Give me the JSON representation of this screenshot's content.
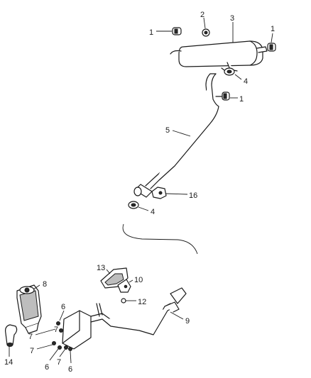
{
  "diagram": {
    "callouts": [
      {
        "id": "c1a",
        "label": "1"
      },
      {
        "id": "c2",
        "label": "2"
      },
      {
        "id": "c3",
        "label": "3"
      },
      {
        "id": "c1b",
        "label": "1"
      },
      {
        "id": "c4a",
        "label": "4"
      },
      {
        "id": "c1c",
        "label": "1"
      },
      {
        "id": "c5",
        "label": "5"
      },
      {
        "id": "c16",
        "label": "16"
      },
      {
        "id": "c4b",
        "label": "4"
      },
      {
        "id": "c13",
        "label": "13"
      },
      {
        "id": "c10",
        "label": "10"
      },
      {
        "id": "c8",
        "label": "8"
      },
      {
        "id": "c12",
        "label": "12"
      },
      {
        "id": "c6a",
        "label": "6"
      },
      {
        "id": "c9",
        "label": "9"
      },
      {
        "id": "c7a",
        "label": "7"
      },
      {
        "id": "c7b",
        "label": "7"
      },
      {
        "id": "c7c",
        "label": "7"
      },
      {
        "id": "c14",
        "label": "14"
      },
      {
        "id": "c6b",
        "label": "6"
      },
      {
        "id": "c7d",
        "label": "7"
      },
      {
        "id": "c6c",
        "label": "6"
      }
    ]
  }
}
